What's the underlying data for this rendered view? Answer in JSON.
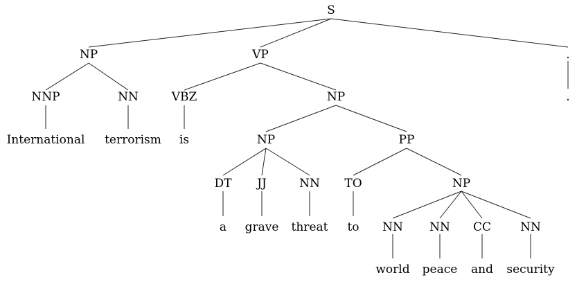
{
  "tree": {
    "label": "S",
    "children": [
      {
        "label": "NP",
        "children": [
          {
            "label": "NNP",
            "children": [
              {
                "label": "International"
              }
            ]
          },
          {
            "label": "NN",
            "children": [
              {
                "label": "terrorism"
              }
            ]
          }
        ]
      },
      {
        "label": "VP",
        "children": [
          {
            "label": "VBZ",
            "children": [
              {
                "label": "is"
              }
            ]
          },
          {
            "label": "NP",
            "children": [
              {
                "label": "NP",
                "children": [
                  {
                    "label": "DT",
                    "children": [
                      {
                        "label": "a"
                      }
                    ]
                  },
                  {
                    "label": "JJ",
                    "children": [
                      {
                        "label": "grave"
                      }
                    ]
                  },
                  {
                    "label": "NN",
                    "children": [
                      {
                        "label": "threat"
                      }
                    ]
                  }
                ]
              },
              {
                "label": "PP",
                "children": [
                  {
                    "label": "TO",
                    "children": [
                      {
                        "label": "to"
                      }
                    ]
                  },
                  {
                    "label": "NP",
                    "children": [
                      {
                        "label": "NN",
                        "children": [
                          {
                            "label": "world"
                          }
                        ]
                      },
                      {
                        "label": "NN",
                        "children": [
                          {
                            "label": "peace"
                          }
                        ]
                      },
                      {
                        "label": "CC",
                        "children": [
                          {
                            "label": "and"
                          }
                        ]
                      },
                      {
                        "label": "NN",
                        "children": [
                          {
                            "label": "security"
                          }
                        ]
                      }
                    ]
                  }
                ]
              }
            ]
          }
        ]
      },
      {
        "label": ".",
        "children": [
          {
            "label": "."
          }
        ]
      }
    ]
  }
}
